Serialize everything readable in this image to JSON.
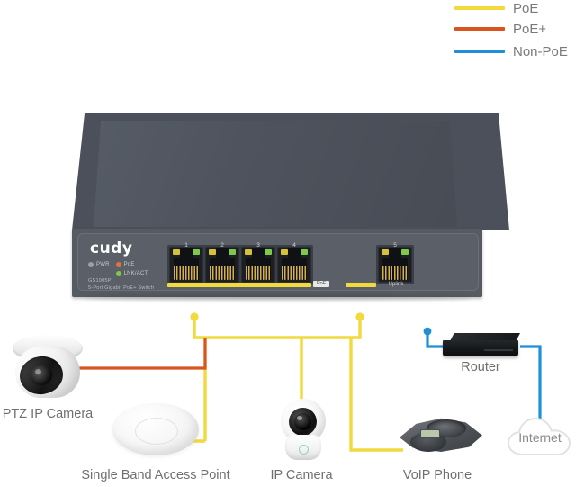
{
  "legend": {
    "items": [
      {
        "label": "PoE",
        "color": "#f2d93c",
        "icon": "line-swatch-icon"
      },
      {
        "label": "PoE+",
        "color": "#d9541e",
        "icon": "line-swatch-icon"
      },
      {
        "label": "Non-PoE",
        "color": "#1f8fd8",
        "icon": "line-swatch-icon"
      }
    ]
  },
  "switch": {
    "brand": "cudy",
    "model": "GS1005P",
    "description": "5-Port Gigabit PoE+ Switch",
    "leds": [
      {
        "label": "PWR",
        "color": "#9aa0a8"
      },
      {
        "label": "PoE",
        "color": "#e8703a"
      },
      {
        "label": "LNK/ACT",
        "color": "#7ec94a"
      }
    ],
    "ports": [
      {
        "number": "1",
        "type": "PoE"
      },
      {
        "number": "2",
        "type": "PoE"
      },
      {
        "number": "3",
        "type": "PoE"
      },
      {
        "number": "4",
        "type": "PoE"
      },
      {
        "number": "5",
        "type": "Uplink"
      }
    ],
    "poe_group_label": "PoE",
    "uplink_label": "Uplink"
  },
  "devices": [
    {
      "name": "ptz-ip-camera",
      "label": "PTZ IP Camera",
      "link": "PoE+"
    },
    {
      "name": "single-band-access-point",
      "label": "Single Band Access Point",
      "link": "PoE"
    },
    {
      "name": "ip-camera",
      "label": "IP Camera",
      "link": "PoE"
    },
    {
      "name": "voip-phone",
      "label": "VoIP Phone",
      "link": "PoE"
    },
    {
      "name": "router",
      "label": "Router",
      "link": "Non-PoE"
    },
    {
      "name": "internet-cloud",
      "label": "Internet",
      "link": "Non-PoE"
    }
  ],
  "colors": {
    "poe": "#f2d93c",
    "poe_plus": "#d9541e",
    "non_poe": "#1f8fd8",
    "background": "#ffffff",
    "text": "#6f6f6f",
    "switch_body": "#555a63",
    "switch_top": "#4b505a"
  }
}
